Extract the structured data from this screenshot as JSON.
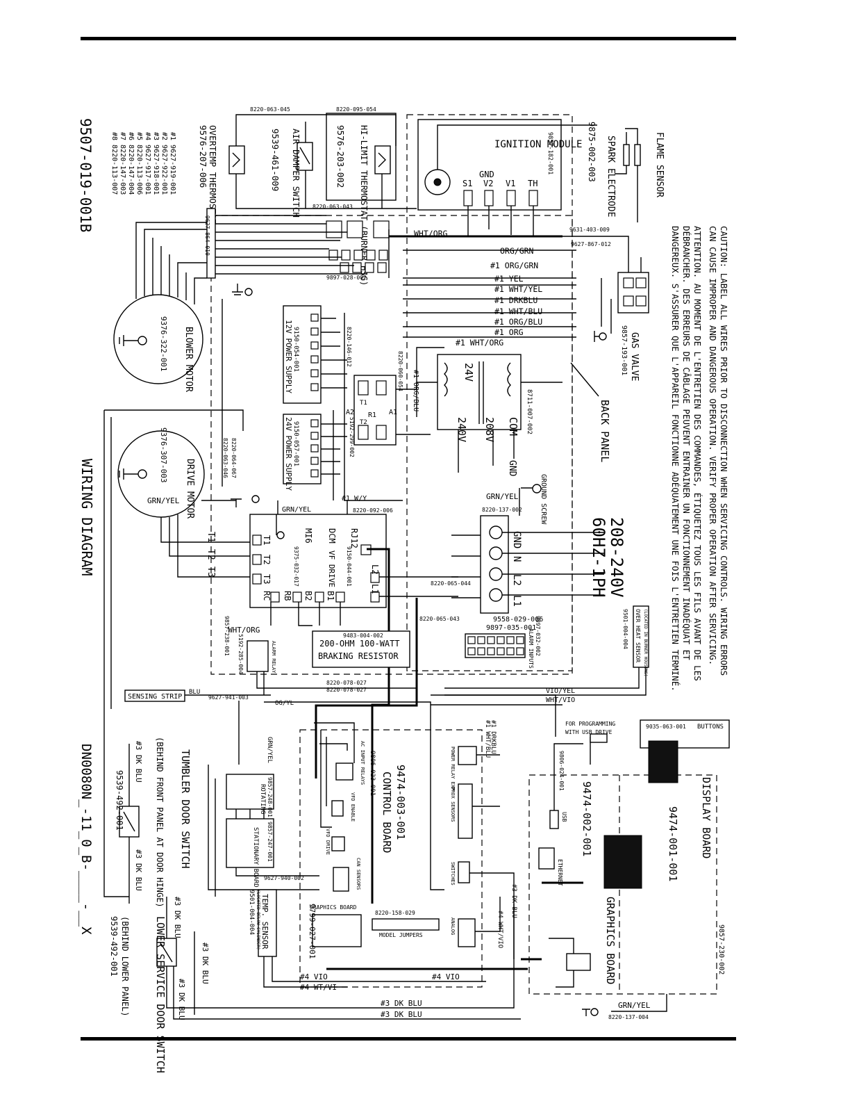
{
  "colors": {
    "ink": "#000000",
    "paper": "#ffffff"
  },
  "document": {
    "id": "9507-019-001B",
    "doc_number": "DN0080N_-11_0_B-____-__X"
  },
  "caution": [
    "CAUTION: LABEL ALL WIRES PRIOR TO DISCONNECTION WHEN SERVICING CONTROLS. WIRING ERRORS",
    "CAN CAUSE IMPROPER AND DANGEROUS OPERATION. VERIFY PROPER OPERATION AFTER SERVICING.",
    "ATTENTION. AU MOMENT DE L'ENTRETIEN DES COMMANDES, ÉTIQUETEZ TOUS LES FILS AVANT DE LES",
    "DÉBRANCHER. DES ERREURS DE CÂBLAGE PEUVENT ENTRAINER UN FONCTIONNEMENT INADÉQUAT ET",
    "DANGEREUX. S'ASSURER QUE L'APPAREIL FONCTIONNE ADÉQUATEMENT UNE FOIS L'ENTRETIEN TERMINÉ."
  ],
  "labels": {
    "wiring_diagram": "WIRING DIAGRAM",
    "back_panel": "BACK PANEL",
    "power_rating": "208-240V",
    "power_phase": "60HZ-1PH",
    "ground_screw": "GROUND SCREW",
    "gnd": "GND"
  },
  "parts_list": [
    "#1 9627-919-001",
    "#2 9627-922-001",
    "#3 9627-918-001",
    "#4 9627-917-001",
    "#5 8220-113-006",
    "#6 8220-147-004",
    "#7 8220-147-003",
    "#8 8220-113-007"
  ],
  "components": {
    "overtemp": {
      "name": "OVERTEMP THERMOSTAT",
      "pn": "9576-207-006"
    },
    "air_damper": {
      "name": "AIR DAMPER SWITCH",
      "pn": "9539-461-009"
    },
    "hi_limit": {
      "name": "HI-LIMIT THERMOSTAT (BURNER HSG)",
      "pn": "9576-203-002"
    },
    "ignition": {
      "name": "IGNITION MODULE",
      "pn": "9857-182-001",
      "pins": [
        "S1",
        "V2",
        "V1",
        "TH"
      ],
      "gnd": "GND"
    },
    "spark": {
      "name": "SPARK ELECTRODE",
      "pn": "9875-002-003"
    },
    "flame": {
      "name": "FLAME SENSOR"
    },
    "gas_valve": {
      "name": "GAS VALVE",
      "pn": "9857-193-001"
    },
    "transformer": {
      "pn": "8711-007-002",
      "taps": [
        "24V",
        "COM",
        "208V",
        "240V"
      ]
    },
    "blower": {
      "name": "BLOWER MOTOR",
      "pn": "9376-322-001"
    },
    "drive": {
      "name": "DRIVE MOTOR",
      "pn": "9376-307-003"
    },
    "ps12": {
      "name": "12V POWER SUPPLY",
      "pn": "9150-054-001"
    },
    "ps24": {
      "name": "24V POWER SUPPLY",
      "pn": "9150-057-001"
    },
    "relay": {
      "pn": "5192-299-002",
      "pins": [
        "A1",
        "A2",
        "R1",
        "T1",
        "T2"
      ]
    },
    "vfd": {
      "name": "VF DRIVE",
      "pn": "9375-032-017",
      "pins": [
        "T1",
        "T2",
        "T3",
        "RC",
        "RB",
        "B2",
        "B1",
        "L1",
        "L2",
        "RJ12",
        "DCM",
        "MI6"
      ]
    },
    "terminal": {
      "pn": "8220-137-002",
      "pins": [
        "GND",
        "N",
        "L2",
        "L1"
      ],
      "block_pn": "9558-029-006"
    },
    "resistor": {
      "name": "200-OHM 100-WATT BRAKING RESISTOR",
      "pn": "9483-004-002"
    },
    "alarm": {
      "name": "ALARM RELAY",
      "pn": "5192-285-004"
    },
    "overheat": {
      "name": "OVER HEAT SENSOR",
      "note": "(LOCATED IN BURNER HOUSING)",
      "pn": "9501-004-004"
    },
    "alarm_inputs": {
      "name": "ALARM INPUTS",
      "pn": "9897-035-001",
      "pn2": "9897-032-002"
    },
    "sensing_strip": {
      "name": "SENSING STRIP"
    },
    "control_board": {
      "name": "CONTROL BOARD",
      "pn": "9474-003-001",
      "pn2": "9806-023-001"
    },
    "rotating_board": {
      "name": "ROTATING BOARD",
      "pn": "9857-248-001"
    },
    "stationary_board": {
      "name": "STATIONARY BOARD",
      "pn": "9857-247-001"
    },
    "tumbler_switch": {
      "name": "TUMBLER DOOR SWITCH",
      "note": "(BEHIND FRONT PANEL AT DOOR HINGE)",
      "pn": "9539-492-001"
    },
    "lower_switch": {
      "name": "LOWER SERVICE DOOR SWITCH",
      "note": "(BEHIND LOWER PANEL)",
      "pn": "9539-492-001"
    },
    "temp_sensor": {
      "name": "TEMP. SENSOR",
      "note": "(LOCATED BELOW CYLINDER)",
      "pn": "9501-004-004"
    },
    "display_board": {
      "name": "DISPLAY BOARD",
      "pn": "9474-001-001"
    },
    "graphics_board": {
      "name": "GRAPHICS BOARD",
      "pn": "9474-002-001"
    },
    "buttons": {
      "name": "BUTTONS",
      "pn": "9035-063-001"
    },
    "usb": {
      "name": "FOR PROGRAMMING WITH USB DRIVE",
      "pn": "9806-024-001"
    }
  },
  "board_labels": [
    "AC INPUT RELAYS",
    "VFD ENABLE",
    "VFD DRIVE",
    "POWER RELAY EXP",
    "PROX SENSORS",
    "SWITCHES",
    "CAN SENSORS",
    "ANALOG",
    "MODEL JUMPERS",
    "GRAPHICS BOARD",
    "USB",
    "ETHERNET"
  ],
  "harness_labels": [
    "#1 ORG/GRN",
    "#1 YEL",
    "#1 WHT/YEL",
    "#1 DRKBLU",
    "#1 WHT/BLU",
    "#1 ORG/BLU",
    "#1 ORG",
    "#1 WHT/ORG",
    "#1 ORG/BLU",
    "#1 W/Y",
    "#3 DK BLU",
    "#4 VIO",
    "#4 WT/VI",
    "#4 WHT/VIO",
    "GRN/YEL",
    "WHT/ORG",
    "VIO/YEL",
    "WHT/VIO",
    "ORG/GRN",
    "BLU",
    "OG/YL"
  ],
  "part_numbers": [
    "8220-063-045",
    "8220-095-054",
    "8220-063-043",
    "9627-864-010",
    "9897-028-002",
    "9631-403-009",
    "9627-867-012",
    "8220-060-054",
    "8220-146-012",
    "8220-063-046",
    "8220-064-067",
    "8220-092-006",
    "9150-044-001",
    "8220-065-043",
    "8220-065-044",
    "9857-238-001",
    "8220-078-027",
    "9627-941-003",
    "9627-940-002",
    "9799-027-001",
    "8220-158-029",
    "9857-230-002",
    "8220-137-004"
  ]
}
